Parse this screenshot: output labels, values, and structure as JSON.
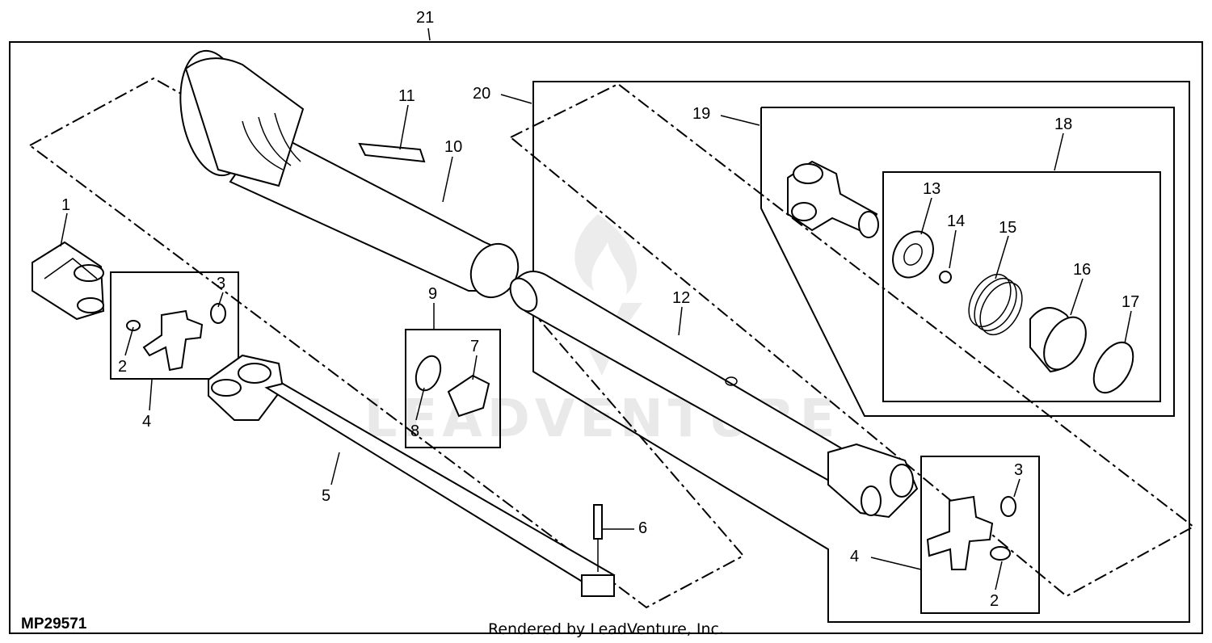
{
  "diagram": {
    "figure_id": "MP29571",
    "credit": "Rendered by LeadVenture, Inc.",
    "watermark": "LEADVENTURE",
    "callouts": {
      "c21": "21",
      "c20": "20",
      "c19": "19",
      "c18": "18",
      "c11": "11",
      "c10": "10",
      "c1": "1",
      "c2a": "2",
      "c3a": "3",
      "c4a": "4",
      "c5": "5",
      "c6": "6",
      "c9": "9",
      "c7": "7",
      "c8": "8",
      "c12": "12",
      "c13": "13",
      "c14": "14",
      "c15": "15",
      "c16": "16",
      "c17": "17",
      "c4b": "4",
      "c3b": "3",
      "c2b": "2"
    }
  }
}
